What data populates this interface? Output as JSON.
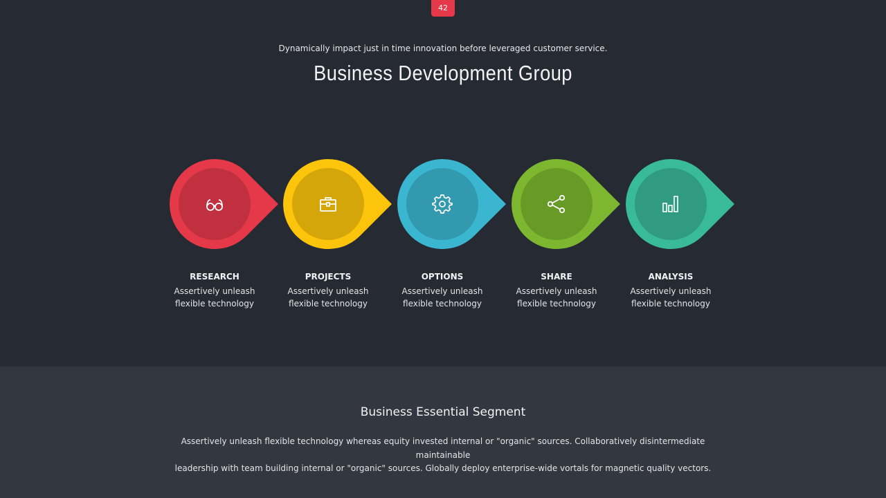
{
  "page_number": "42",
  "header": {
    "subtitle": "Dynamically impact just in time innovation before leveraged customer service.",
    "title": "Business Development Group"
  },
  "steps": [
    {
      "label": "RESEARCH",
      "desc_line1": "Assertively unleash",
      "desc_line2": "flexible technology",
      "icon": "glasses-icon",
      "outer_color": "#e5394a",
      "inner_color": "#c1303e"
    },
    {
      "label": "PROJECTS",
      "desc_line1": "Assertively unleash",
      "desc_line2": "flexible technology",
      "icon": "briefcase-icon",
      "outer_color": "#fcc50b",
      "inner_color": "#d4a60a"
    },
    {
      "label": "OPTIONS",
      "desc_line1": "Assertively unleash",
      "desc_line2": "flexible technology",
      "icon": "gear-icon",
      "outer_color": "#3ab6d1",
      "inner_color": "#3299ae"
    },
    {
      "label": "SHARE",
      "desc_line1": "Assertively unleash",
      "desc_line2": "flexible technology",
      "icon": "share-icon",
      "outer_color": "#7db72f",
      "inner_color": "#689a28"
    },
    {
      "label": "ANALYSIS",
      "desc_line1": "Assertively unleash",
      "desc_line2": "flexible technology",
      "icon": "bar-chart-icon",
      "outer_color": "#39ba98",
      "inner_color": "#309b80"
    }
  ],
  "segment": {
    "title": "Business Essential Segment",
    "text_line1": "Assertively unleash flexible technology whereas equity invested internal or \"organic\" sources. Collaboratively disintermediate maintainable",
    "text_line2": "leadership with team building internal or \"organic\" sources. Globally deploy enterprise-wide vortals for magnetic quality vectors."
  },
  "colors": {
    "background_top": "#262a33",
    "background_bottom": "#333740",
    "badge": "#e5394a"
  }
}
